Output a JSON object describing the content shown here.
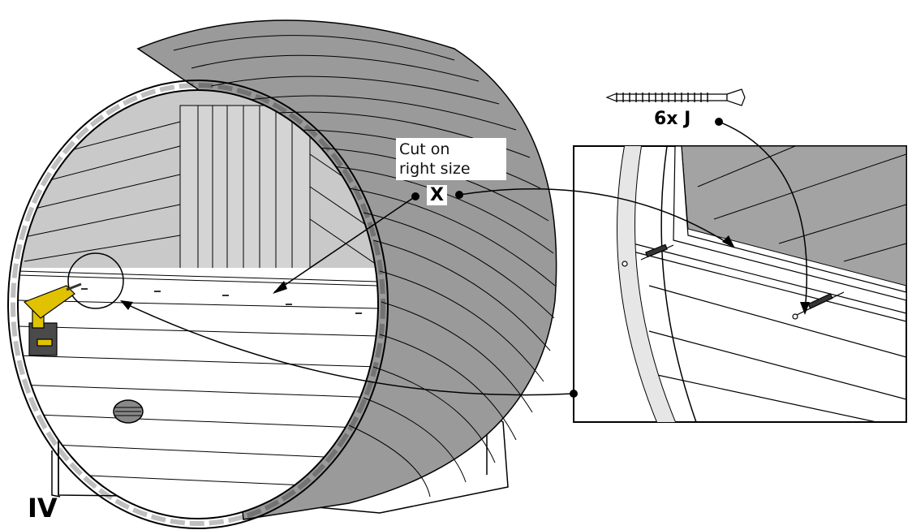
{
  "step": {
    "number": "IV"
  },
  "callouts": {
    "cut_note_line1": "Cut on",
    "cut_note_line2": "right size",
    "part_x": "X",
    "screw_qty": "6x J"
  },
  "icons": [
    "barrel-sauna",
    "cordless-drill",
    "screw",
    "vent"
  ],
  "colors": {
    "line": "#000000",
    "shade_light": "#c8c8c8",
    "shade_mid": "#a8a8a8",
    "paper": "#ffffff"
  }
}
